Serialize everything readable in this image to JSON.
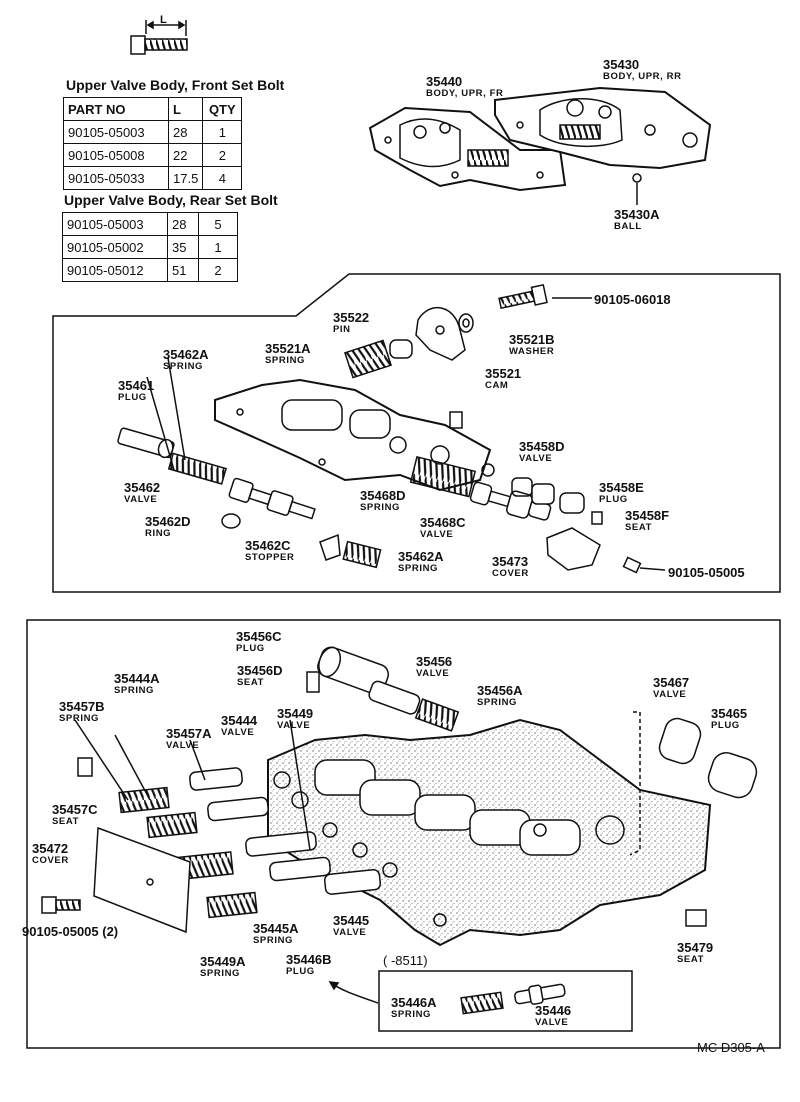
{
  "front_table": {
    "title": "Upper Valve Body, Front Set Bolt",
    "headers": [
      "PART NO",
      "L",
      "QTY"
    ],
    "rows": [
      [
        "90105-05003",
        "28",
        "1"
      ],
      [
        "90105-05008",
        "22",
        "2"
      ],
      [
        "90105-05033",
        "17.5",
        "4"
      ]
    ]
  },
  "rear_table": {
    "title": "Upper Valve Body, Rear Set Bolt",
    "rows": [
      [
        "90105-05003",
        "28",
        "5"
      ],
      [
        "90105-05002",
        "35",
        "1"
      ],
      [
        "90105-05012",
        "51",
        "2"
      ]
    ]
  },
  "bolt_dimension_label": "L",
  "labels": {
    "p35440": {
      "num": "35440",
      "name": "BODY, UPR, FR"
    },
    "p35430": {
      "num": "35430",
      "name": "BODY, UPR, RR"
    },
    "p35430A": {
      "num": "35430A",
      "name": "BALL"
    },
    "p90105_06018": {
      "num": "90105-06018"
    },
    "p35522": {
      "num": "35522",
      "name": "PIN"
    },
    "p35521B": {
      "num": "35521B",
      "name": "WASHER"
    },
    "p35521A": {
      "num": "35521A",
      "name": "SPRING"
    },
    "p35521": {
      "num": "35521",
      "name": "CAM"
    },
    "p35462A_1": {
      "num": "35462A",
      "name": "SPRING"
    },
    "p35461": {
      "num": "35461",
      "name": "PLUG"
    },
    "p35458D": {
      "num": "35458D",
      "name": "VALVE"
    },
    "p35462": {
      "num": "35462",
      "name": "VALVE"
    },
    "p35468D": {
      "num": "35468D",
      "name": "SPRING"
    },
    "p35458E": {
      "num": "35458E",
      "name": "PLUG"
    },
    "p35462D": {
      "num": "35462D",
      "name": "RING"
    },
    "p35468C": {
      "num": "35468C",
      "name": "VALVE"
    },
    "p35458F": {
      "num": "35458F",
      "name": "SEAT"
    },
    "p35462C": {
      "num": "35462C",
      "name": "STOPPER"
    },
    "p35462A_2": {
      "num": "35462A",
      "name": "SPRING"
    },
    "p35473": {
      "num": "35473",
      "name": "COVER"
    },
    "p90105_05005": {
      "num": "90105-05005"
    },
    "p35456C": {
      "num": "35456C",
      "name": "PLUG"
    },
    "p35456D": {
      "num": "35456D",
      "name": "SEAT"
    },
    "p35456": {
      "num": "35456",
      "name": "VALVE"
    },
    "p35456A": {
      "num": "35456A",
      "name": "SPRING"
    },
    "p35467": {
      "num": "35467",
      "name": "VALVE"
    },
    "p35444A": {
      "num": "35444A",
      "name": "SPRING"
    },
    "p35465": {
      "num": "35465",
      "name": "PLUG"
    },
    "p35457B": {
      "num": "35457B",
      "name": "SPRING"
    },
    "p35449": {
      "num": "35449",
      "name": "VALVE"
    },
    "p35457A": {
      "num": "35457A",
      "name": "VALVE"
    },
    "p35444": {
      "num": "35444",
      "name": "VALVE"
    },
    "p35457C": {
      "num": "35457C",
      "name": "SEAT"
    },
    "p35472": {
      "num": "35472",
      "name": "COVER"
    },
    "p90105_05005_2": {
      "num": "90105-05005 (2)"
    },
    "p35445A": {
      "num": "35445A",
      "name": "SPRING"
    },
    "p35445": {
      "num": "35445",
      "name": "VALVE"
    },
    "p35449A": {
      "num": "35449A",
      "name": "SPRING"
    },
    "p35446B": {
      "num": "35446B",
      "name": "PLUG"
    },
    "p35479": {
      "num": "35479",
      "name": "SEAT"
    },
    "p35446A": {
      "num": "35446A",
      "name": "SPRING"
    },
    "p35446": {
      "num": "35446",
      "name": "VALVE"
    }
  },
  "date_range": "(      -8511)",
  "diagram_code": "MC  D305-A"
}
